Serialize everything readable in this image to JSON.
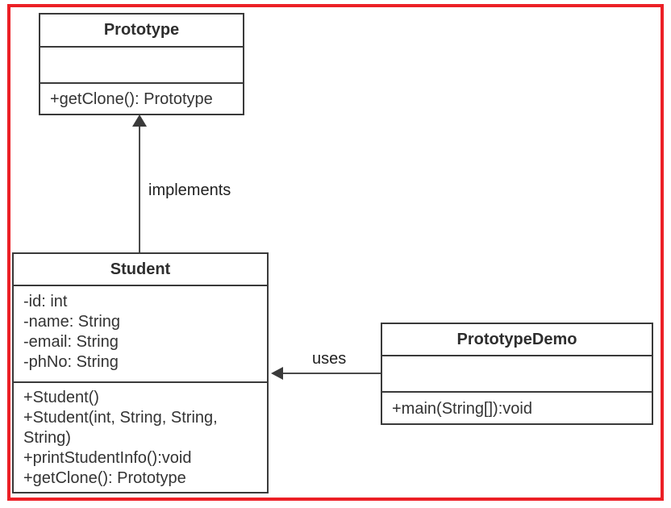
{
  "diagram": {
    "kind": "uml-class-diagram",
    "colors": {
      "frame": "#ec2026",
      "box_border": "#3a3a3a",
      "text": "#333333",
      "background": "#ffffff"
    },
    "classes": {
      "prototype": {
        "name": "Prototype",
        "attributes": [],
        "methods": [
          "+getClone(): Prototype"
        ]
      },
      "student": {
        "name": "Student",
        "attributes": [
          "-id: int",
          "-name: String",
          "-email: String",
          "-phNo: String"
        ],
        "methods": [
          "+Student()",
          "+Student(int, String, String, String)",
          "+printStudentInfo():void",
          "+getClone(): Prototype"
        ]
      },
      "prototypeDemo": {
        "name": "PrototypeDemo",
        "attributes": [],
        "methods": [
          "+main(String[]):void"
        ]
      }
    },
    "relationships": {
      "implements": {
        "label": "implements",
        "from": "Student",
        "to": "Prototype",
        "style": "solid-line-filled-arrow-up"
      },
      "uses": {
        "label": "uses",
        "from": "PrototypeDemo",
        "to": "Student",
        "style": "solid-line-filled-arrow-left"
      }
    }
  }
}
